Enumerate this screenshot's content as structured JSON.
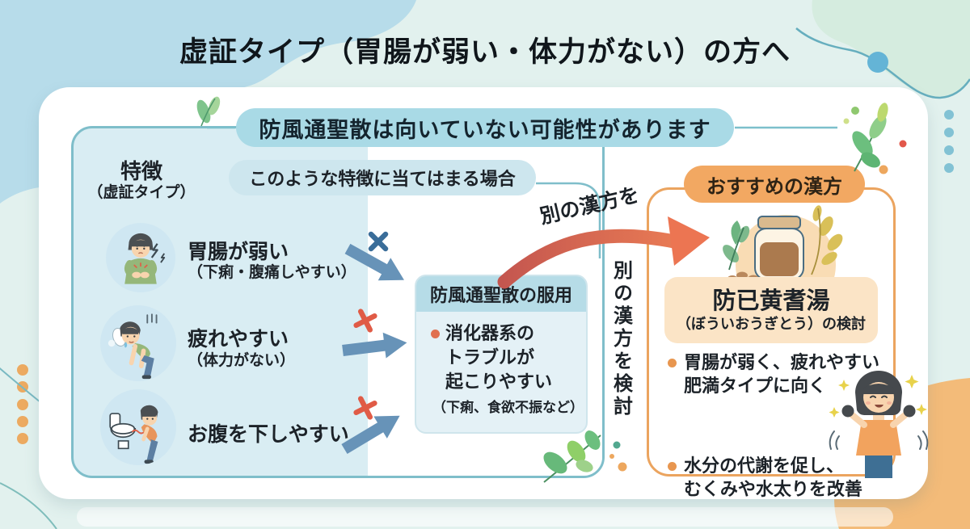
{
  "title": "虚証タイプ（胃腸が弱い・体力がない）の方へ",
  "banner": {
    "text": "防風通聖散は向いていない可能性があります"
  },
  "left_panel": {
    "header": "特徴",
    "header_sub": "（虚証タイプ）",
    "condition_label": "このような特徴に当てはまる場合",
    "items": [
      {
        "icon": "stomachache-person-icon",
        "label": "胃腸が弱い",
        "sub": "（下痢・腹痛しやすい）"
      },
      {
        "icon": "tired-person-icon",
        "label": "疲れやすい",
        "sub": "（体力がない）"
      },
      {
        "icon": "toilet-person-icon",
        "label": "お腹を下しやすい",
        "sub": ""
      }
    ],
    "medication_box": {
      "header": "防風通聖散の服用",
      "lines": [
        "消化器系の",
        "トラブルが",
        "起こりやすい"
      ],
      "note": "（下痢、食欲不振など）"
    }
  },
  "transition": {
    "arrow_label": "別の漢方を",
    "vertical_note": "別の漢方を検討"
  },
  "right_panel": {
    "badge": "おすすめの漢方",
    "medicine_icon": "herbal-jar-icon",
    "medicine_name": "防已黄耆湯",
    "medicine_reading": "（ぼういおうぎとう）の検討",
    "benefits": [
      {
        "lines": [
          "胃腸が弱く、疲れやすい",
          "肥満タイプに向く"
        ]
      },
      {
        "lines": [
          "水分の代謝を促し、",
          "むくみや水太りを改善"
        ]
      }
    ],
    "result_icon": "happy-woman-icon"
  },
  "palette": {
    "background": "#e2f1ee",
    "blob_blue": "#b7dcea",
    "blob_green": "#d5ecdf",
    "blob_orange": "#f3bb79",
    "card": "#ffffff",
    "banner_fill": "#a9dae6",
    "panel_border": "#7fbeca",
    "panel_fill": "#d9edf3",
    "pill_fill": "#cde6ee",
    "med_box_header": "#b6dce7",
    "med_box_body": "#e4f1f6",
    "arrow_blue": "#6793b8",
    "cross_blue": "#3a6d99",
    "cross_red": "#e05b46",
    "red_arrow": "#e0654f",
    "badge_fill": "#f2a862",
    "box_border_orange": "#eba45f",
    "plate_fill": "#fbe4c6",
    "bullet_orange": "#e8964f",
    "text": "#1c2228"
  }
}
